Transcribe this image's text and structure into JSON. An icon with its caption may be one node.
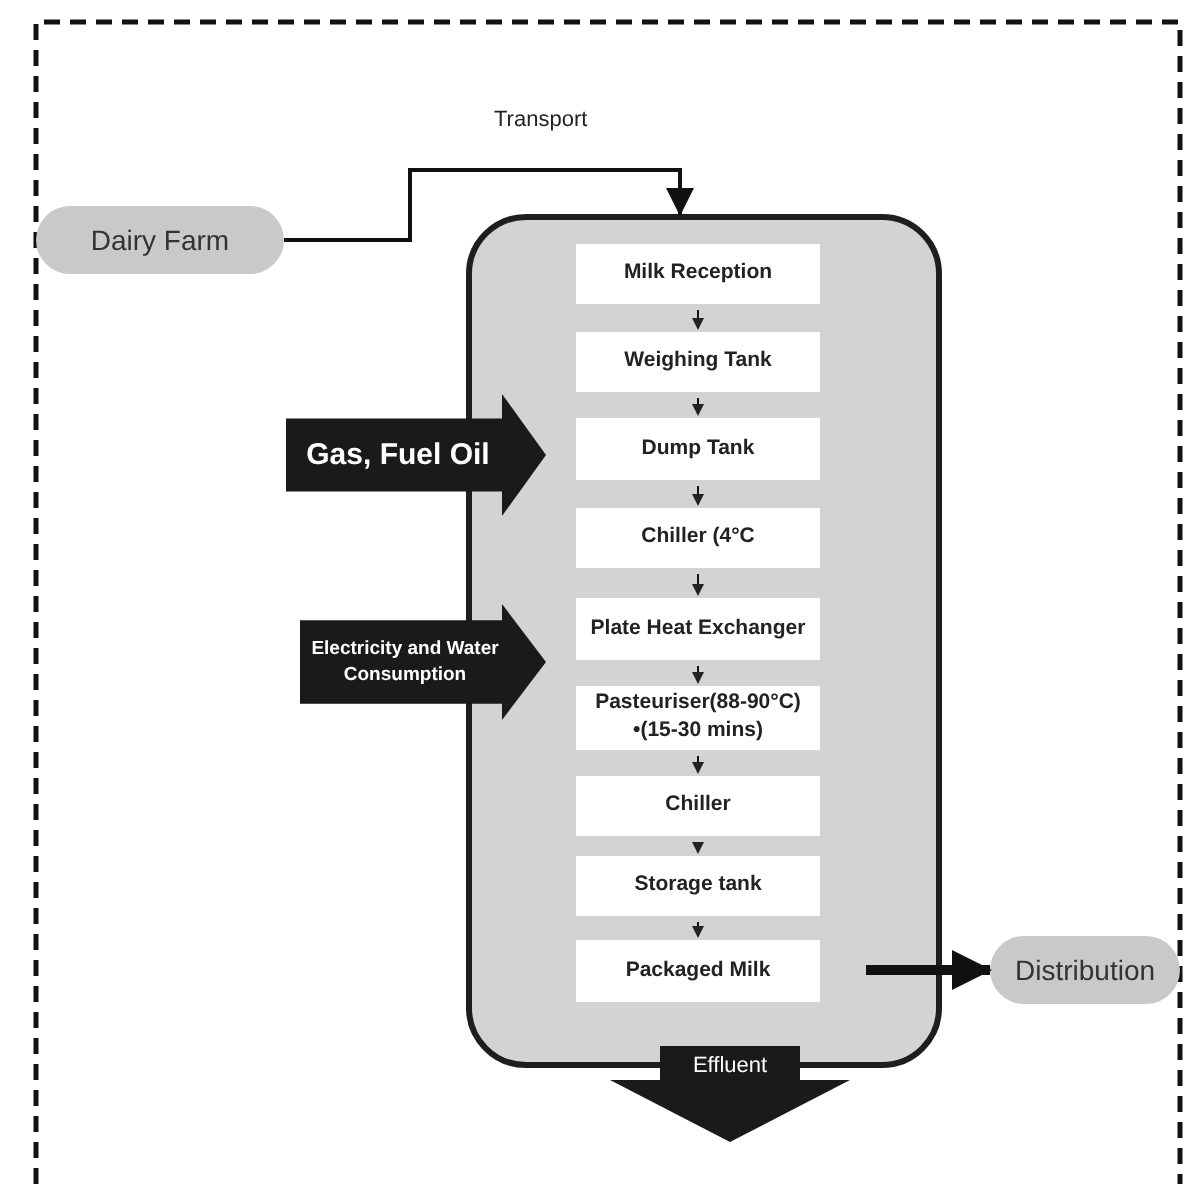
{
  "diagram": {
    "nodes": [
      {
        "text": [
          "Dairy Farm"
        ]
      },
      {
        "text": [],
        "shape": "box"
      },
      {
        "text": [
          "Milk Reception"
        ],
        "in": 1
      },
      {
        "text": [
          "Weighing Tank"
        ],
        "in": 1
      },
      {
        "text": [
          "Dump Tank"
        ],
        "in": 1
      },
      {
        "text": [
          "Chiller (4°C"
        ],
        "in": 1
      },
      {
        "text": [
          "Plate Heat Exchanger"
        ],
        "in": 1
      },
      {
        "text": [
          "Pasteuriser(88-90°C) •(15-30 mins)"
        ],
        "in": 1
      },
      {
        "text": [
          "Chiller"
        ],
        "in": 1
      },
      {
        "text": [
          "Storage tank"
        ],
        "in": 1
      },
      {
        "text": [
          "Packaged Milk"
        ],
        "in": 1
      },
      {
        "text": [
          "Gas, Fuel Oil"
        ]
      },
      {
        "text": [
          "Electricity and Water Consumption"
        ]
      },
      {
        "text": [
          "Effluent"
        ]
      },
      {
        "text": [
          "Distribution"
        ]
      }
    ],
    "edges": [
      {
        "from": 0,
        "to": 1,
        "arrow": "to",
        "label": "Transport"
      },
      {
        "from": 2,
        "to": 3,
        "arrow": "to"
      },
      {
        "from": 3,
        "to": 4,
        "arrow": "to"
      },
      {
        "from": 4,
        "to": 5,
        "arrow": "to"
      },
      {
        "from": 5,
        "to": 6,
        "arrow": "to"
      },
      {
        "from": 6,
        "to": 7,
        "arrow": "to"
      },
      {
        "from": 7,
        "to": 8,
        "arrow": "to"
      },
      {
        "from": 8,
        "to": 9,
        "arrow": "to"
      },
      {
        "from": 9,
        "to": 10,
        "arrow": "to"
      },
      {
        "from": 10,
        "to": 14,
        "arrow": "to",
        "style": "thick"
      }
    ]
  }
}
